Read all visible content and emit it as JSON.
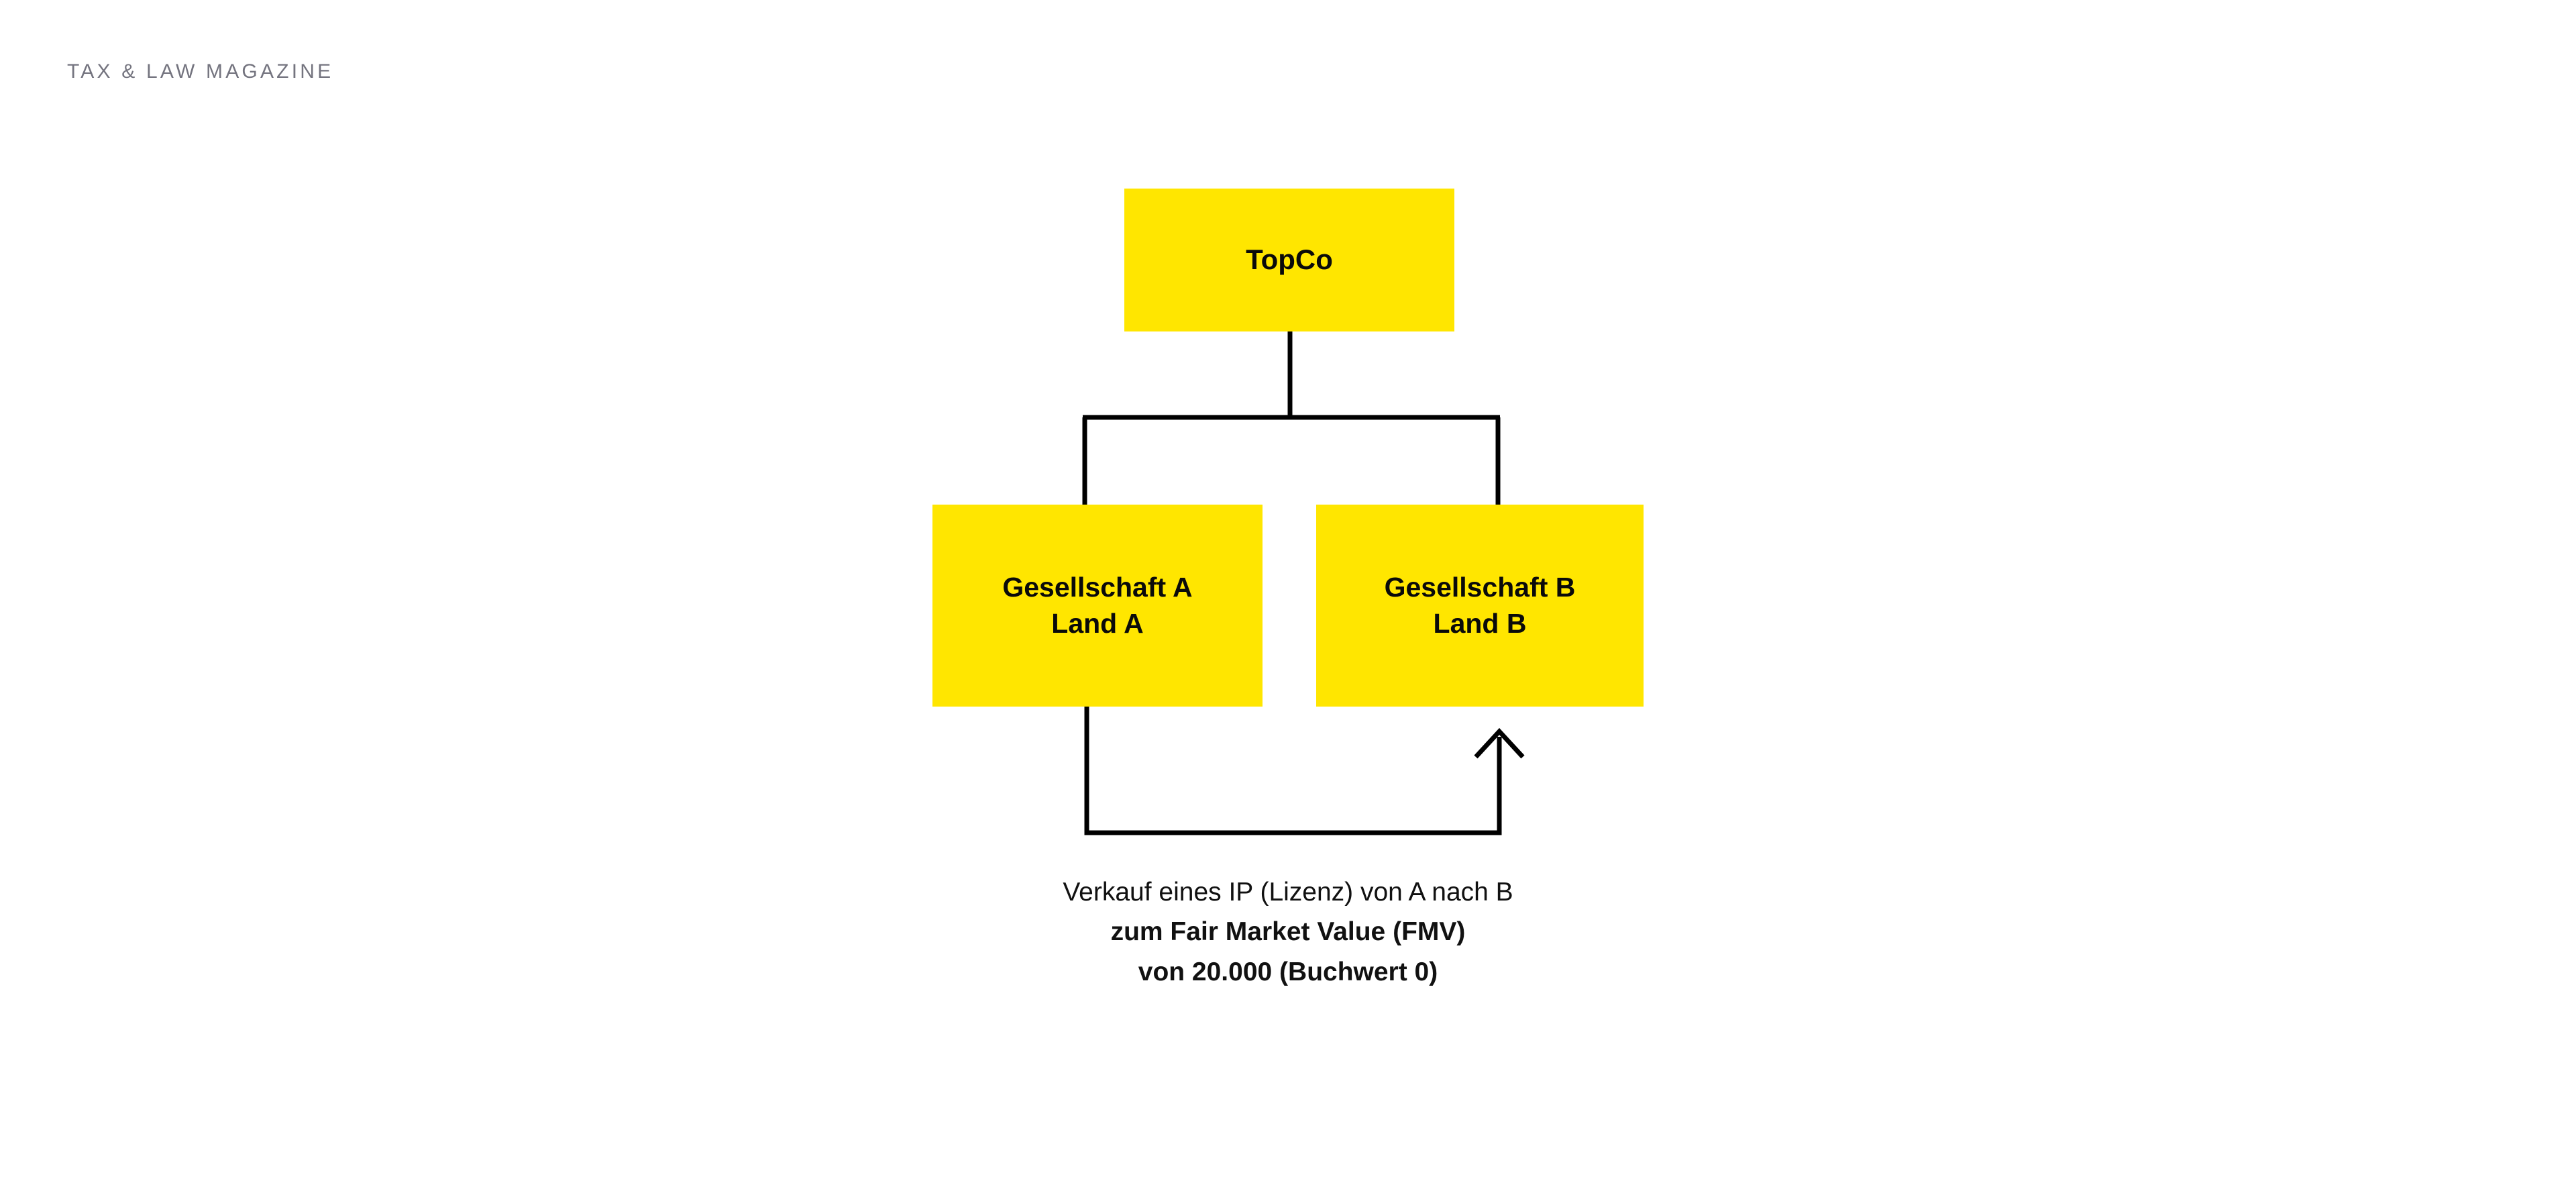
{
  "header": {
    "publication": "TAX & LAW MAGAZINE"
  },
  "colors": {
    "box_fill": "#FFE600",
    "box_text": "#0A0A0A",
    "connector": "#000000",
    "header_text": "#74747F",
    "background": "#FFFFFF",
    "caption_text": "#111111"
  },
  "diagram": {
    "type": "org-chart-with-flow",
    "nodes": [
      {
        "id": "topco",
        "lines": [
          "TopCo"
        ],
        "label": "TopCo"
      },
      {
        "id": "gesellschaft-a",
        "lines": [
          "Gesellschaft A",
          "Land A"
        ],
        "company": "Gesellschaft A",
        "country": "Land A"
      },
      {
        "id": "gesellschaft-b",
        "lines": [
          "Gesellschaft B",
          "Land B"
        ],
        "company": "Gesellschaft B",
        "country": "Land B"
      }
    ],
    "ownership_edges": [
      {
        "from": "topco",
        "to": "gesellschaft-a"
      },
      {
        "from": "topco",
        "to": "gesellschaft-b"
      }
    ],
    "flow_edges": [
      {
        "from": "gesellschaft-a",
        "to": "gesellschaft-b",
        "arrow": "open-arrowhead",
        "direction": "up"
      }
    ]
  },
  "caption": {
    "lines": [
      {
        "text": "Verkauf eines IP (Lizenz) von A nach B",
        "weight": "regular"
      },
      {
        "text": "zum Fair Market Value (FMV)",
        "weight": "bold"
      },
      {
        "text": "von 20.000 (Buchwert 0)",
        "weight": "bold"
      }
    ],
    "line1": "Verkauf eines IP (Lizenz) von A nach B",
    "line2": "zum Fair Market Value (FMV)",
    "line3": "von 20.000 (Buchwert 0)"
  }
}
